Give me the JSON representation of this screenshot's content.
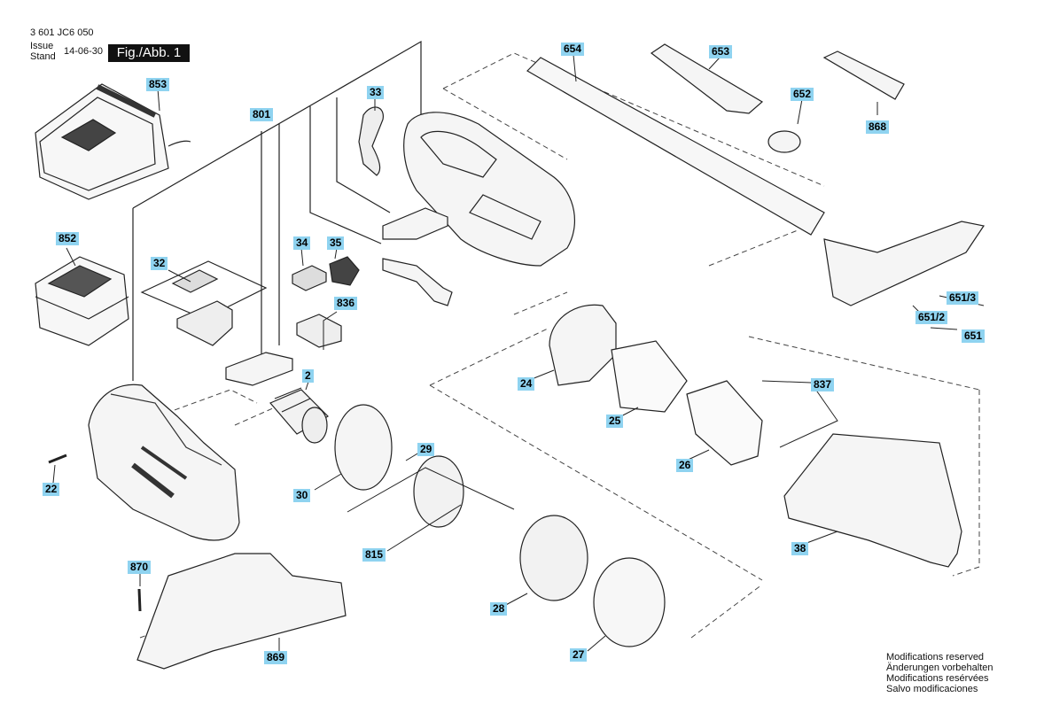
{
  "header": {
    "doc_number": "3 601 JC6 050",
    "issue_label": "Issue",
    "stand_label": "Stand",
    "date": "14-06-30",
    "figure": "Fig./Abb. 1"
  },
  "callouts": {
    "c853": "853",
    "c801": "801",
    "c33": "33",
    "c654": "654",
    "c653": "653",
    "c652": "652",
    "c868": "868",
    "c852": "852",
    "c32": "32",
    "c34": "34",
    "c35": "35",
    "c836": "836",
    "c651_3": "651/3",
    "c651_2": "651/2",
    "c651": "651",
    "c24": "24",
    "c25": "25",
    "c837": "837",
    "c2": "2",
    "c29": "29",
    "c26": "26",
    "c22": "22",
    "c30": "30",
    "c815": "815",
    "c38": "38",
    "c870": "870",
    "c28": "28",
    "c869": "869",
    "c27": "27"
  },
  "notes": [
    "Modifications reserved",
    "Änderungen vorbehalten",
    "Modifications resérvées",
    "Salvo modificaciones"
  ]
}
